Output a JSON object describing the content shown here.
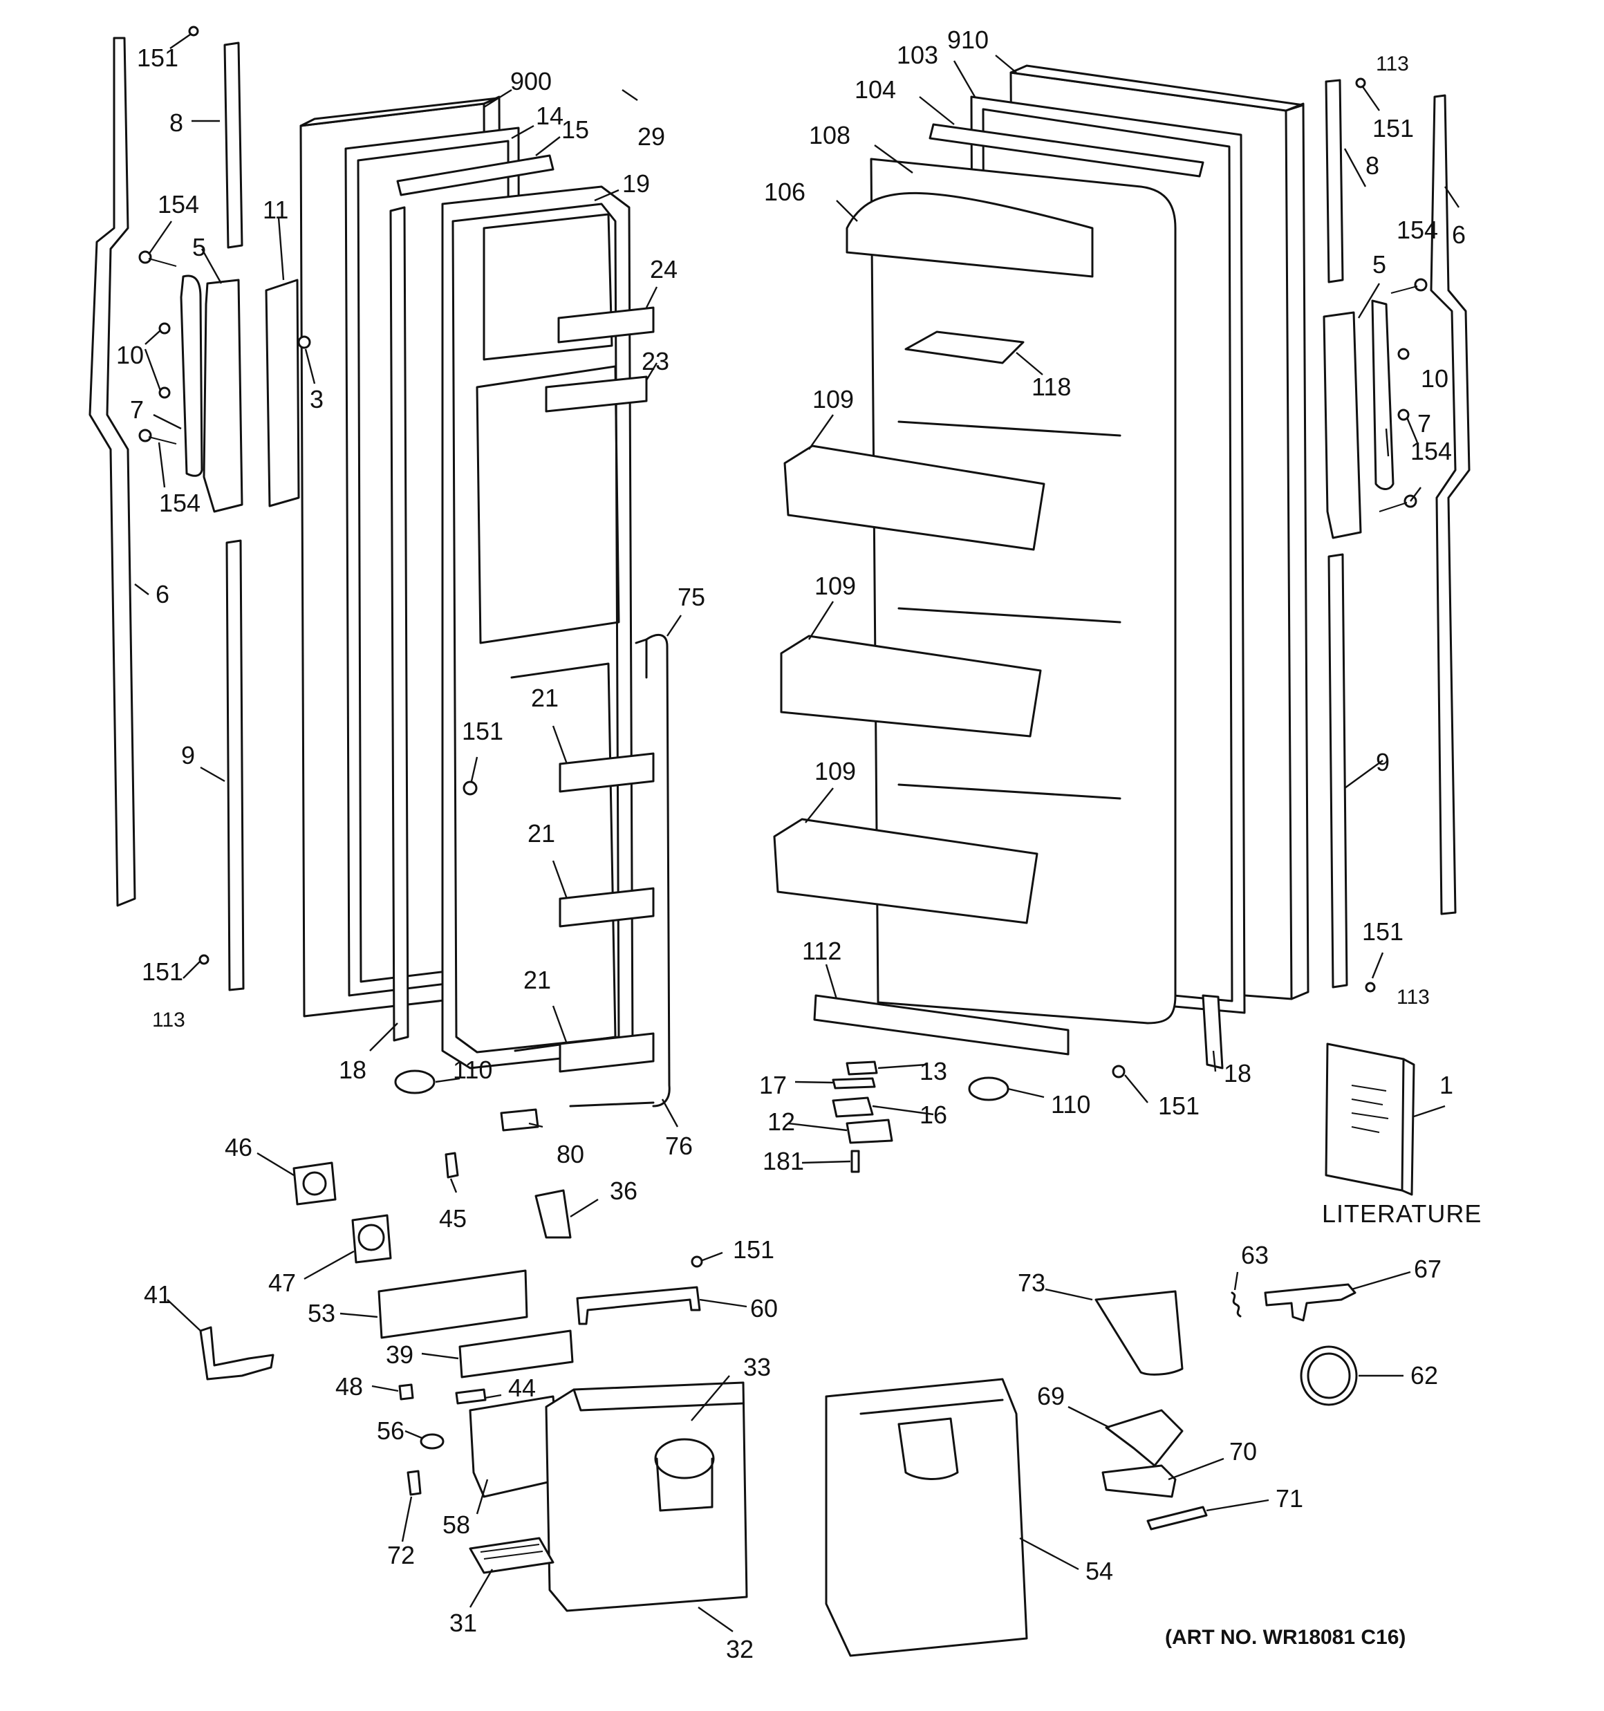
{
  "diagram": {
    "callouts": {
      "c151_tl": "151",
      "c8_l": "8",
      "c154_l1": "154",
      "c5_l": "5",
      "c11": "11",
      "c10_l": "10",
      "c3": "3",
      "c7_l": "7",
      "c154_l2": "154",
      "c6_l": "6",
      "c9_l": "9",
      "c151_l2": "151",
      "c113_l": "113",
      "c900": "900",
      "c14": "14",
      "c15": "15",
      "c29": "29",
      "c19": "19",
      "c24": "24",
      "c23": "23",
      "c75": "75",
      "c21_a": "21",
      "c21_b": "21",
      "c21_c": "21",
      "c151_m": "151",
      "c18_l": "18",
      "c110_l": "110",
      "c80": "80",
      "c76": "76",
      "c910": "910",
      "c103": "103",
      "c104": "104",
      "c108": "108",
      "c106": "106",
      "c118": "118",
      "c109_a": "109",
      "c109_b": "109",
      "c109_c": "109",
      "c112": "112",
      "c113_tr": "113",
      "c151_tr": "151",
      "c8_r": "8",
      "c154_r1": "154",
      "c6_r": "6",
      "c5_r": "5",
      "c10_r": "10",
      "c7_r": "7",
      "c154_r2": "154",
      "c9_r": "9",
      "c151_r2": "151",
      "c113_r2": "113",
      "c18_r": "18",
      "c13": "13",
      "c17": "17",
      "c16": "16",
      "c12": "12",
      "c181": "181",
      "c110_r": "110",
      "c151_r3": "151",
      "c1": "1",
      "c46": "46",
      "c45": "45",
      "c36": "36",
      "c47": "47",
      "c151_b": "151",
      "c41": "41",
      "c53": "53",
      "c60": "60",
      "c39": "39",
      "c33": "33",
      "c48": "48",
      "c44": "44",
      "c56": "56",
      "c58": "58",
      "c72": "72",
      "c31": "31",
      "c32": "32",
      "c73": "73",
      "c63": "63",
      "c67": "67",
      "c62": "62",
      "c69": "69",
      "c70": "70",
      "c71": "71",
      "c54": "54"
    },
    "literature_label": "LITERATURE",
    "art_number": "(ART NO. WR18081 C16)"
  }
}
